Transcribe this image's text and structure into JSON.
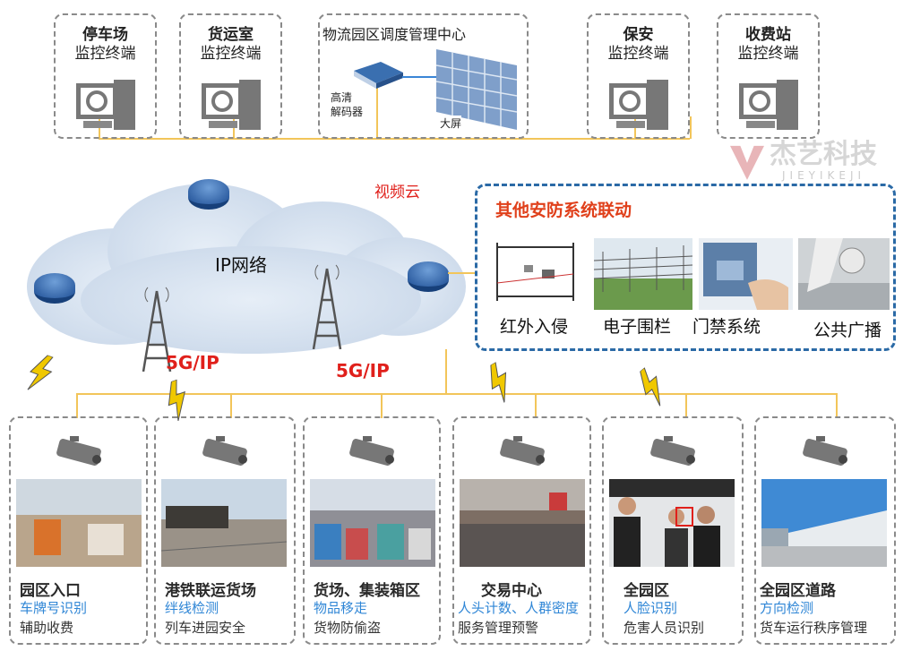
{
  "top_terminals": [
    {
      "title": "停车场",
      "subtitle": "监控终端"
    },
    {
      "title": "货运室",
      "subtitle": "监控终端"
    },
    {
      "title": "保安",
      "subtitle": "监控终端"
    },
    {
      "title": "收费站",
      "subtitle": "监控终端"
    }
  ],
  "center": {
    "title": "物流园区调度管理中心",
    "decoder": "高清\n解码器",
    "screen": "大屏"
  },
  "cloud": {
    "video_cloud": "视频云",
    "ip_network": "IP网络",
    "link1": "5G/IP",
    "link2": "5G/IP"
  },
  "panel": {
    "title": "其他安防系统联动",
    "items": [
      "红外入侵",
      "电子围栏",
      "门禁系统",
      "公共广播"
    ]
  },
  "zones": [
    {
      "name": "园区入口",
      "function": "车牌号识别",
      "purpose": "辅助收费"
    },
    {
      "name": "港铁联运货场",
      "function": "绊线检测",
      "purpose": "列车进园安全"
    },
    {
      "name": "货场、集装箱区",
      "function": "物品移走",
      "purpose": "货物防偷盗"
    },
    {
      "name": "交易中心",
      "function": "人头计数、人群密度",
      "purpose": "服务管理预警"
    },
    {
      "name": "全园区",
      "function": "人脸识别",
      "purpose": "危害人员识别"
    },
    {
      "name": "全园区道路",
      "function": "方向检测",
      "purpose": "货车运行秩序管理"
    }
  ],
  "watermark": {
    "cn": "杰艺科技",
    "en": "JIEYIKEJI"
  },
  "colors": {
    "bus": "#f2c55a",
    "accent_red": "#e0201b",
    "function_blue": "#2f86d6",
    "panel_border": "#2b6aa6"
  }
}
